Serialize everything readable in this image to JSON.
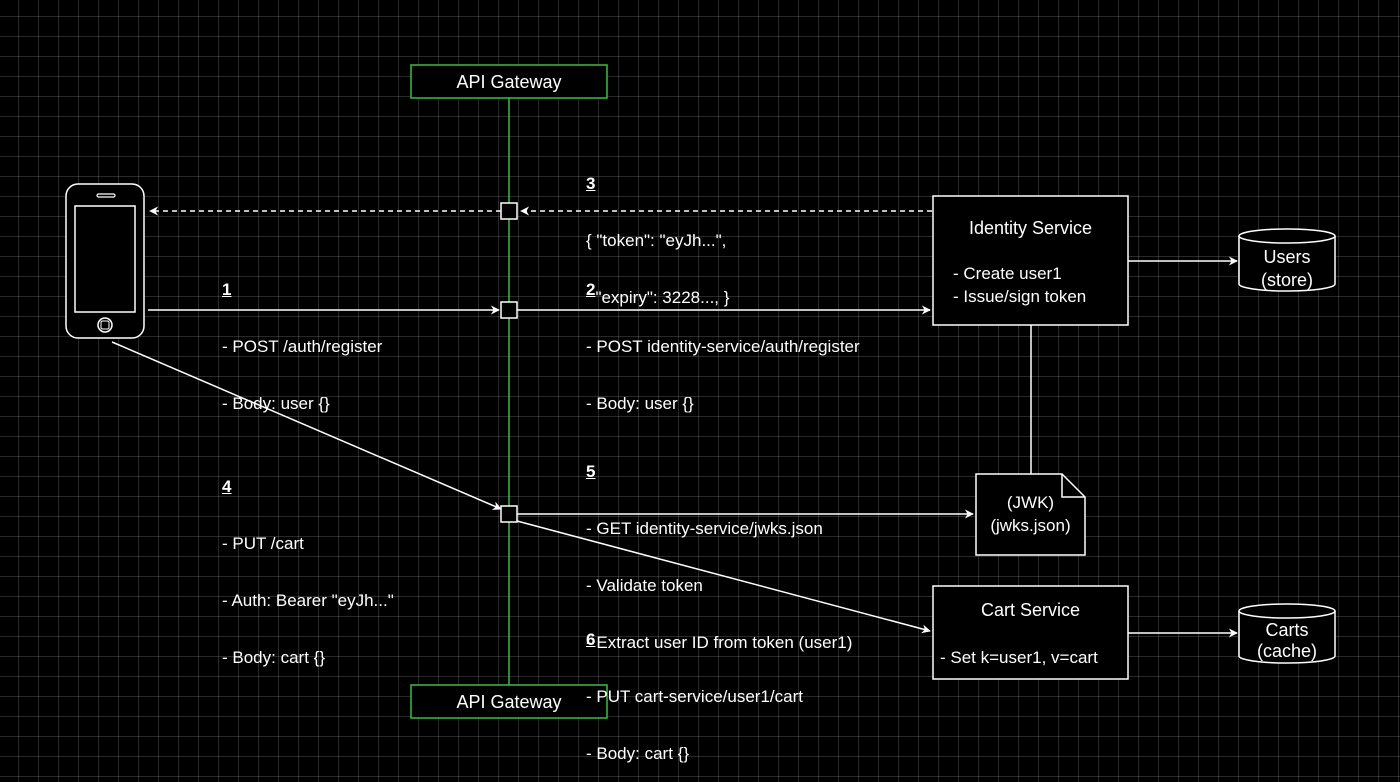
{
  "colors": {
    "background": "#000000",
    "gateway_line": "#3bbd3b",
    "stroke": "#ffffff"
  },
  "gateway": {
    "top_label": "API Gateway",
    "bottom_label": "API Gateway"
  },
  "client": {
    "icon": "mobile-phone-icon"
  },
  "nodes": {
    "identity": {
      "title": "Identity Service",
      "line1": "- Create user1",
      "line2": "- Issue/sign token"
    },
    "users": {
      "line1": "Users",
      "line2": "(store)"
    },
    "jwk": {
      "line1": "(JWK)",
      "line2": "(jwks.json)"
    },
    "cart": {
      "title": "Cart Service",
      "line1": "- Set k=user1, v=cart"
    },
    "carts": {
      "line1": "Carts",
      "line2": "(cache)"
    }
  },
  "steps": {
    "s1": {
      "num": "1",
      "lines": [
        "- POST /auth/register",
        "- Body: user {}"
      ]
    },
    "s2": {
      "num": "2",
      "lines": [
        "- POST identity-service/auth/register",
        "- Body: user {}"
      ]
    },
    "s3": {
      "num": "3",
      "lines": [
        "{ \"token\": \"eyJh...\",",
        "  \"expiry\": 3228..., }"
      ]
    },
    "s4": {
      "num": "4",
      "lines": [
        "- PUT /cart",
        "- Auth: Bearer \"eyJh...\"",
        "- Body: cart {}"
      ]
    },
    "s5": {
      "num": "5",
      "lines": [
        "- GET identity-service/jwks.json",
        "- Validate token",
        "- Extract user ID from token (user1)"
      ]
    },
    "s6": {
      "num": "6",
      "lines": [
        "- PUT cart-service/user1/cart",
        "- Body: cart {}"
      ]
    }
  }
}
